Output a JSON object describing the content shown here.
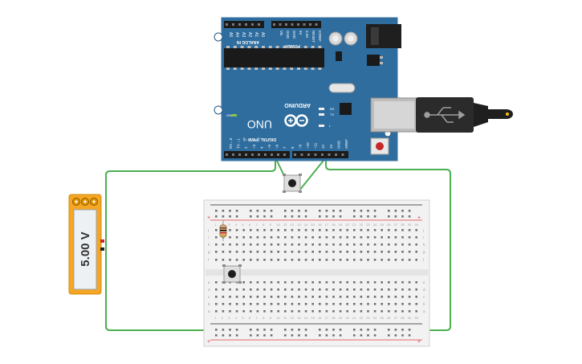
{
  "arduino": {
    "brand": "ARDUINO",
    "model": "UNO",
    "on_label": "ON",
    "tx_label": "TX",
    "rx_label": "RX",
    "l_label": "L",
    "analog_label": "ANALOG IN",
    "power_label": "POWER",
    "digital_label": "DIGITAL (PWM ~)",
    "analog_pins": [
      "A0",
      "A1",
      "A2",
      "A3",
      "A4",
      "A5"
    ],
    "power_pins": [
      "IOREF",
      "RESET",
      "3.3V",
      "5V",
      "GND",
      "GND",
      "Vin"
    ],
    "digital_pins": [
      "AREF",
      "GND",
      "13",
      "12",
      "~11",
      "~10",
      "~9",
      "8",
      "7",
      "~6",
      "~5",
      "4",
      "~3",
      "2",
      "TX→1",
      "RX←0"
    ]
  },
  "multimeter": {
    "reading": "5.00 V"
  },
  "breadboard": {
    "row_letters_top": [
      "j",
      "i",
      "h",
      "g",
      "f"
    ],
    "row_letters_bottom": [
      "e",
      "d",
      "c",
      "b",
      "a"
    ],
    "column_count": 30
  },
  "colors": {
    "board_blue": "#2f6d9f",
    "wire_green": "#4caf50",
    "meter_orange": "#f5a623",
    "rail_red": "#e03b3b",
    "rail_black": "#222222"
  }
}
